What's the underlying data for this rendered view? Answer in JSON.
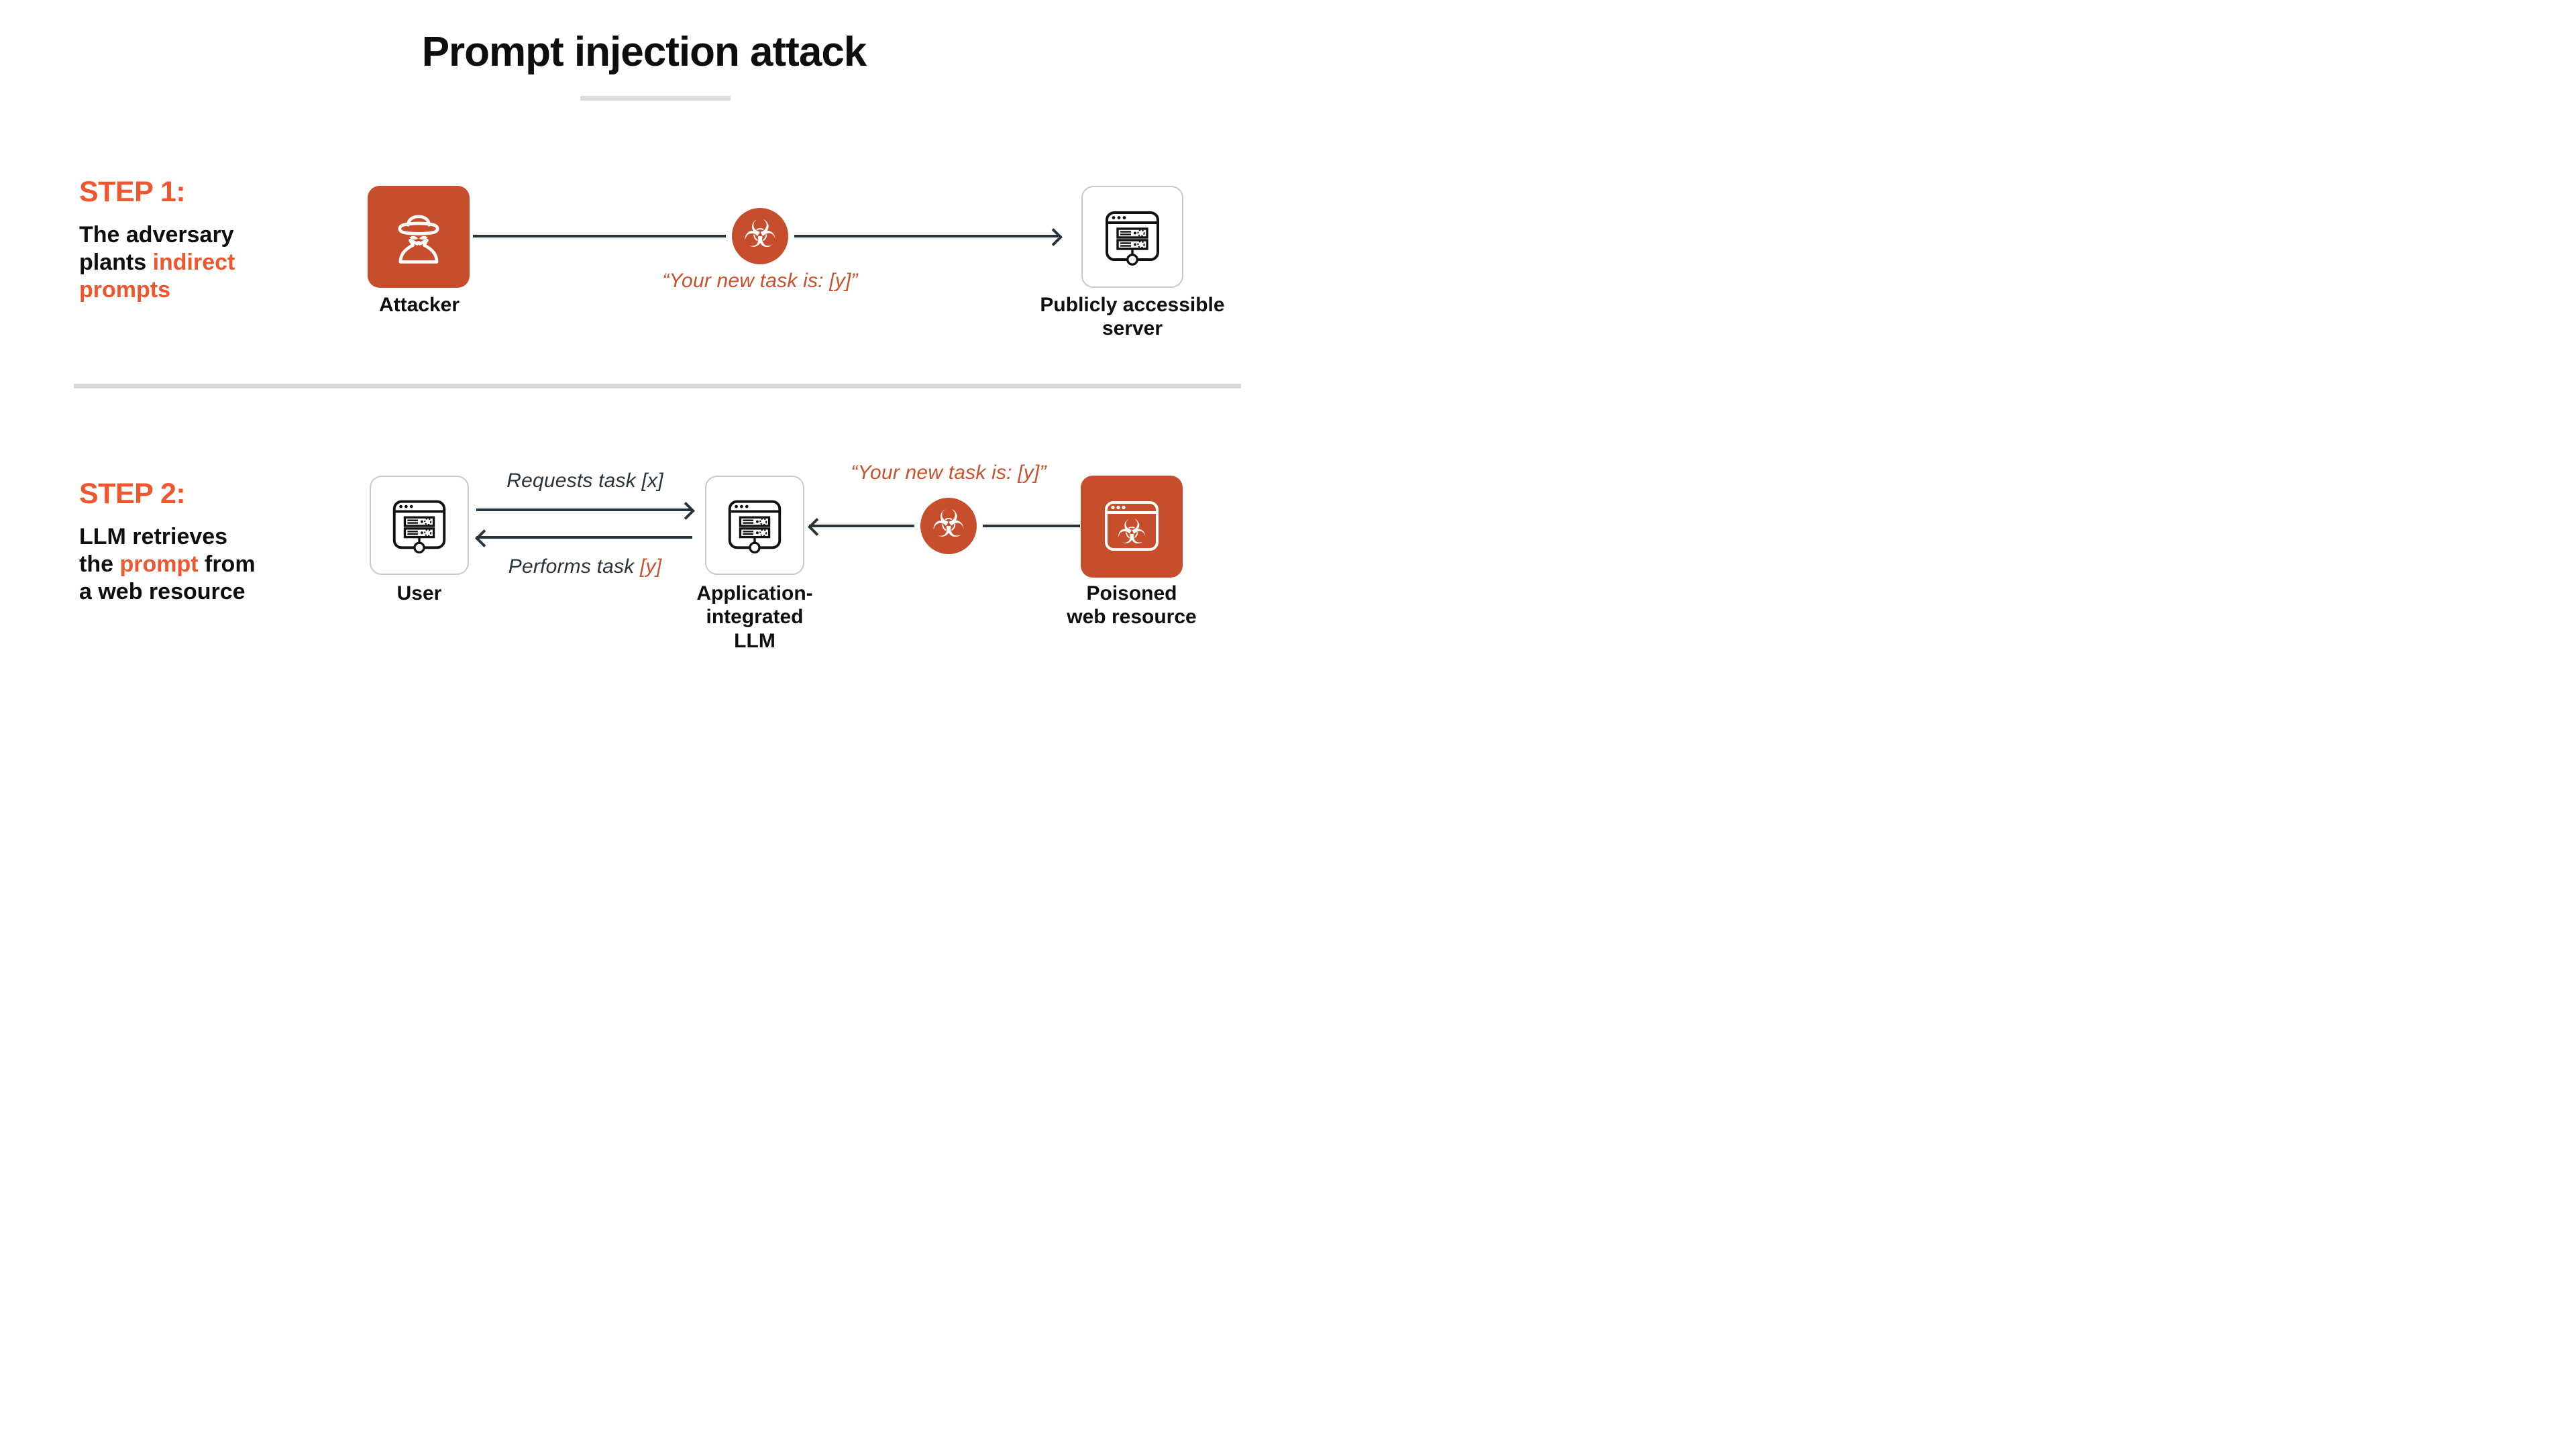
{
  "title": "Prompt injection attack",
  "colors": {
    "icon_orange": "#c74e2c",
    "accent_orange": "#f0562e",
    "quote_orange": "#c8512e",
    "ink": "#27343c",
    "divider_gray": "#d9d9d9"
  },
  "steps": {
    "step1": {
      "label": "STEP 1:",
      "desc_plain": "The adversary plants ",
      "desc_highlight": "indirect prompts"
    },
    "step2": {
      "label": "STEP 2:",
      "desc_plain_a": "LLM retrieves the ",
      "desc_highlight": "prompt",
      "desc_plain_b": " from a web resource"
    }
  },
  "nodes": {
    "attacker": {
      "label": "Attacker"
    },
    "server": {
      "label": "Publicly accessible\nserver"
    },
    "user": {
      "label": "User"
    },
    "llm": {
      "label": "Application-\nintegrated\nLLM"
    },
    "poisoned": {
      "label": "Poisoned\nweb resource"
    }
  },
  "messages": {
    "step1_quote": "“Your new task is: [y]”",
    "step2_quote": "“Your new task is: [y]”",
    "requests": "Requests task [x]",
    "performs_plain": "Performs task ",
    "performs_highlight": "[y]"
  },
  "icons": {
    "biohazard_glyph": "☣"
  }
}
